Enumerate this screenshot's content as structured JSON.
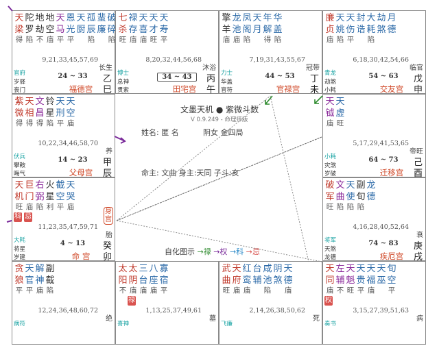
{
  "colors": {
    "main": "#c0392b",
    "aux": "#2c6aa8",
    "purple": "#8a2a9a",
    "black": "#333333",
    "boshi": "#17a2a2",
    "palace": "#d04a2a",
    "lu": "#2e8b2e",
    "quan": "#7a2a9a",
    "ke": "#2c8ac8",
    "ji": "#d9534f"
  },
  "center": {
    "title": "文墨天机 ● 紫微斗数",
    "version": "V 0.9.249 - 命理师版",
    "name": "姓名: 匿 名",
    "gender_ju": "阴女 金四局",
    "lords": "命主: 文曲 身主:天同 子斗:亥",
    "legend_label": "自化图示",
    "legend": [
      "→禄",
      "→权",
      "→科",
      "→忌"
    ]
  },
  "palaces": [
    {
      "key": "si",
      "stars": [
        [
          "天",
          "梁",
          "得",
          "main"
        ],
        [
          "陀",
          "罗",
          "陷",
          "black"
        ],
        [
          "地",
          "劫",
          "不",
          "black"
        ],
        [
          "地",
          "空",
          "庙",
          "black"
        ],
        [
          "天",
          "马",
          "平",
          "purple"
        ],
        [
          "恩",
          "光",
          "平",
          "aux"
        ],
        [
          "天",
          "厨",
          "",
          "aux"
        ],
        [
          "孤",
          "辰",
          "陷",
          "aux"
        ],
        [
          "蜚",
          "廉",
          "",
          "aux"
        ],
        [
          "破",
          "碎",
          "陷",
          "aux"
        ]
      ],
      "ages": "9,21,33,45,57,69",
      "changsheng": "长生",
      "boshi": "官府",
      "suijian": "岁驿",
      "jiangqian": "丧门",
      "daxian": "24 ~ 33",
      "name": "福德宫",
      "stem": "乙",
      "branch": "巳"
    },
    {
      "key": "wu",
      "stars": [
        [
          "七",
          "杀",
          "旺",
          "main"
        ],
        [
          "禄",
          "存",
          "庙",
          "aux"
        ],
        [
          "天",
          "喜",
          "庙",
          "aux"
        ],
        [
          "天",
          "才",
          "旺",
          "aux"
        ],
        [
          "天",
          "寿",
          "平",
          "aux"
        ]
      ],
      "ages": "8,20,32,44,56,68",
      "changsheng": "沐浴",
      "boshi": "博士",
      "suijian": "息神",
      "jiangqian": "贯索",
      "daxian": "34 ~ 43",
      "boxed": true,
      "name": "田宅宫",
      "stem": "丙",
      "branch": "午"
    },
    {
      "key": "wei",
      "stars": [
        [
          "擎",
          "羊",
          "庙",
          "black"
        ],
        [
          "龙",
          "池",
          "庙",
          "aux"
        ],
        [
          "凤",
          "阁",
          "陷",
          "aux"
        ],
        [
          "天",
          "月",
          "",
          "aux"
        ],
        [
          "年",
          "解",
          "得",
          "aux"
        ],
        [
          "华",
          "盖",
          "陷",
          "aux"
        ]
      ],
      "ages": "7,19,31,43,55,67",
      "changsheng": "冠带",
      "boshi": "力士",
      "suijian": "华盖",
      "jiangqian": "官符",
      "daxian": "44 ~ 53",
      "name": "官禄宫",
      "stem": "丁",
      "branch": "未"
    },
    {
      "key": "shen",
      "stars": [
        [
          "廉",
          "贞",
          "庙",
          "main"
        ],
        [
          "天",
          "姚",
          "陷",
          "aux"
        ],
        [
          "天",
          "伤",
          "平",
          "aux"
        ],
        [
          "封",
          "诰",
          "",
          "aux"
        ],
        [
          "大",
          "耗",
          "陷",
          "aux"
        ],
        [
          "劫",
          "煞",
          "",
          "aux"
        ],
        [
          "月",
          "德",
          "",
          "aux"
        ]
      ],
      "ages": "6,18,30,42,54,66",
      "changsheng": "临官",
      "boshi": "青龙",
      "suijian": "劫煞",
      "jiangqian": "小耗",
      "daxian": "54 ~ 63",
      "name": "交友宫",
      "stem": "戊",
      "branch": "申"
    },
    {
      "key": "chen",
      "stars": [
        [
          "紫",
          "微",
          "得",
          "main"
        ],
        [
          "天",
          "相",
          "得",
          "main"
        ],
        [
          "文",
          "昌",
          "得",
          "purple"
        ],
        [
          "铃",
          "星",
          "陷",
          "black"
        ],
        [
          "天",
          "刑",
          "平",
          "aux"
        ],
        [
          "天",
          "空",
          "庙",
          "aux"
        ]
      ],
      "ages": "10,22,34,46,58,70",
      "changsheng": "养",
      "boshi": "伏兵",
      "suijian": "攀鞍",
      "jiangqian": "晦气",
      "daxian": "14 ~ 23",
      "name": "父母宫",
      "stem": "甲",
      "branch": "辰"
    },
    {
      "key": "you",
      "stars": [
        [
          "天",
          "钺",
          "庙",
          "purple"
        ],
        [
          "天",
          "虚",
          "旺",
          "aux"
        ]
      ],
      "ages": "5,17,29,41,53,65",
      "changsheng": "帝旺",
      "boshi": "小耗",
      "suijian": "灾煞",
      "jiangqian": "岁破",
      "daxian": "64 ~ 73",
      "name": "迁移宫",
      "stem": "己",
      "branch": "酉"
    },
    {
      "key": "mao",
      "stars": [
        [
          "天",
          "机",
          "旺",
          "main"
        ],
        [
          "巨",
          "门",
          "庙",
          "main"
        ],
        [
          "右",
          "弼",
          "陷",
          "purple"
        ],
        [
          "火",
          "星",
          "利",
          "black"
        ],
        [
          "截",
          "空",
          "平",
          "aux"
        ],
        [
          "天",
          "哭",
          "庙",
          "aux"
        ]
      ],
      "badges": [
        "科",
        "忌"
      ],
      "shen_label": "身宫",
      "ages": "11,23,35,47,59,71",
      "changsheng": "胎",
      "boshi": "大耗",
      "suijian": "将星",
      "jiangqian": "岁建",
      "daxian": "4 ~ 13",
      "name": "命 宫",
      "stem": "癸",
      "branch": "卯"
    },
    {
      "key": "xu",
      "stars": [
        [
          "破",
          "军",
          "旺",
          "main"
        ],
        [
          "文",
          "曲",
          "陷",
          "purple"
        ],
        [
          "天",
          "使",
          "陷",
          "aux"
        ],
        [
          "副",
          "旬",
          "陷",
          "black"
        ],
        [
          "龙",
          "德",
          "",
          "aux"
        ]
      ],
      "ages": "4,16,28,40,52,64",
      "changsheng": "衰",
      "boshi": "将军",
      "suijian": "天煞",
      "jiangqian": "龙德",
      "daxian": "74 ~ 83",
      "name": "疾厄宫",
      "stem": "庚",
      "branch": "戌"
    },
    {
      "key": "yin",
      "stars": [
        [
          "贪",
          "狼",
          "平",
          "main"
        ],
        [
          "天",
          "官",
          "平",
          "aux"
        ],
        [
          "解",
          "神",
          "庙",
          "aux"
        ],
        [
          "副",
          "截",
          "陷",
          "black"
        ]
      ],
      "ages": "12,24,36,48,60,72",
      "changsheng": "绝",
      "boshi": "病符"
    },
    {
      "key": "chou",
      "stars": [
        [
          "太",
          "阳",
          "不",
          "main"
        ],
        [
          "太",
          "阴",
          "庙",
          "main"
        ],
        [
          "三",
          "台",
          "庙",
          "aux"
        ],
        [
          "八",
          "座",
          "庙",
          "aux"
        ],
        [
          "寡",
          "宿",
          "平",
          "aux"
        ]
      ],
      "badges": [
        "禄"
      ],
      "badge_offset": 1,
      "ages": "1,13,25,37,49,61",
      "changsheng": "墓",
      "boshi": "喜神"
    },
    {
      "key": "zi",
      "stars": [
        [
          "武",
          "曲",
          "旺",
          "main"
        ],
        [
          "天",
          "府",
          "庙",
          "main"
        ],
        [
          "红",
          "鸾",
          "庙",
          "aux"
        ],
        [
          "台",
          "辅",
          "",
          "aux"
        ],
        [
          "咸",
          "池",
          "陷",
          "aux"
        ],
        [
          "阴",
          "煞",
          "",
          "aux"
        ],
        [
          "天",
          "德",
          "庙",
          "aux"
        ]
      ],
      "ages": "2,14,26,38,50,62",
      "changsheng": "死",
      "boshi": "飞廉"
    },
    {
      "key": "hai",
      "stars": [
        [
          "天",
          "同",
          "庙",
          "main"
        ],
        [
          "左",
          "辅",
          "不",
          "purple"
        ],
        [
          "天",
          "魁",
          "旺",
          "purple"
        ],
        [
          "天",
          "贵",
          "平",
          "aux"
        ],
        [
          "天",
          "福",
          "庙",
          "aux"
        ],
        [
          "天",
          "巫",
          "",
          "aux"
        ],
        [
          "旬",
          "空",
          "平",
          "aux"
        ]
      ],
      "badges": [
        "权"
      ],
      "ages": "3,15,27,39,51,63",
      "changsheng": "病",
      "boshi": "奏书"
    }
  ]
}
